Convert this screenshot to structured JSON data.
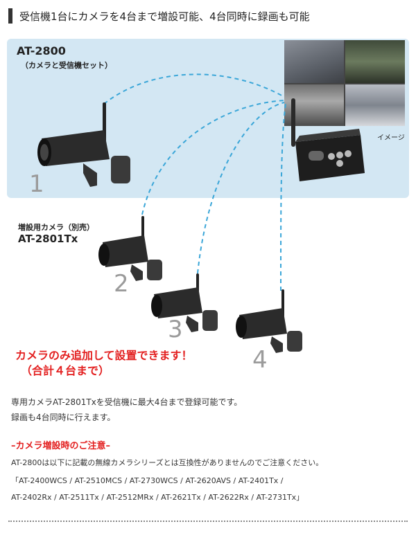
{
  "header": {
    "title": "受信機1台にカメラを4台まで増設可能、4台同時に録画も可能"
  },
  "set": {
    "model": "AT-2800",
    "subtitle": "（カメラと受信機セット）"
  },
  "image_label": "イメージ",
  "camera_numbers": [
    "1",
    "2",
    "3",
    "4"
  ],
  "add_camera": {
    "label": "増設用カメラ（別売）",
    "model": "AT-2801Tx"
  },
  "notice": {
    "line1": "カメラのみ追加して設置できます！",
    "line2": "（合計４台まで）"
  },
  "body": {
    "line1": "専用カメラAT-2801Txを受信機に最大4台まで登録可能です。",
    "line2": "録画も4台同時に行えます。"
  },
  "caution": {
    "title": "–カメラ増設時のご注意–",
    "line1": "AT-2800は以下に記載の無線カメラシリーズとは互換性がありませんのでご注意ください。",
    "line2": "「AT-2400WCS / AT-2510MCS / AT-2730WCS / AT-2620AVS / AT-2401Tx /",
    "line3": "AT-2402Rx / AT-2511Tx / AT-2512MRx / AT-2621Tx / AT-2622Rx / AT-2731Tx」"
  },
  "colors": {
    "panel_bg": "#d3e7f3",
    "wave": "#3aa6d8",
    "accent_red": "#e32020",
    "number_gray": "#9b9b9b"
  },
  "icons": {
    "camera": "camera-icon",
    "receiver": "receiver-icon"
  }
}
